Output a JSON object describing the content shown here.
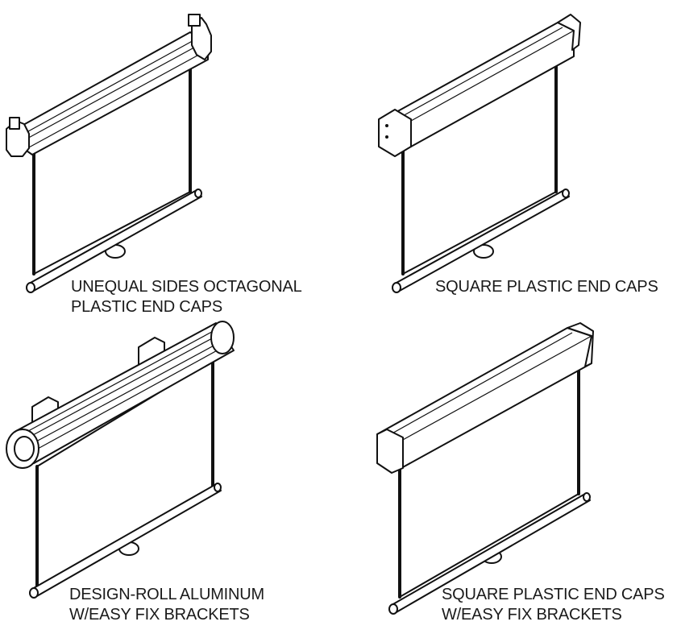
{
  "diagrams": [
    {
      "id": "octagonal",
      "caption_lines": [
        "UNEQUAL SIDES OCTAGONAL",
        "PLASTIC END CAPS"
      ]
    },
    {
      "id": "square",
      "caption_lines": [
        "SQUARE PLASTIC END CAPS"
      ]
    },
    {
      "id": "design-roll",
      "caption_lines": [
        "DESIGN-ROLL ALUMINUM",
        "W/EASY FIX BRACKETS"
      ]
    },
    {
      "id": "square-brackets",
      "caption_lines": [
        "SQUARE PLASTIC END CAPS",
        "W/EASY FIX BRACKETS"
      ]
    }
  ]
}
